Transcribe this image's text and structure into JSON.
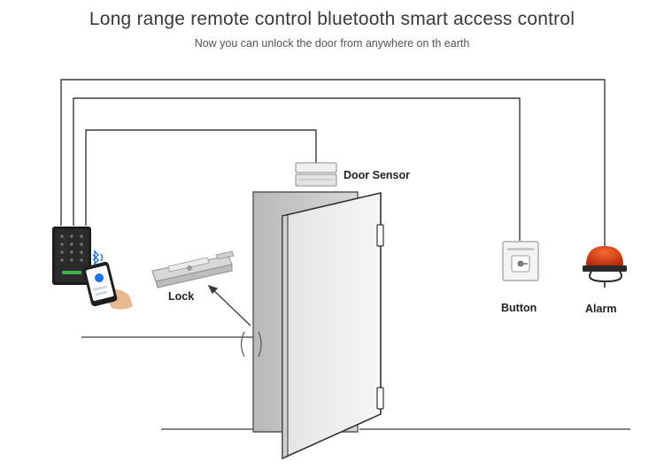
{
  "title": "Long range remote control bluetooth smart access control",
  "subtitle": "Now you can unlock the door from anywhere on th earth",
  "labels": {
    "door_sensor": "Door Sensor",
    "lock": "Lock",
    "button": "Button",
    "alarm": "Alarm"
  },
  "icons": {
    "keypad": "keypad-reader-icon",
    "phone": "smartphone-icon",
    "bluetooth": "bluetooth-icon",
    "lock": "electric-lock-icon",
    "door_sensor": "door-sensor-icon",
    "button": "exit-button-icon",
    "alarm": "alarm-siren-icon"
  },
  "colors": {
    "wire": "#3a3a3a",
    "alarm": "#d23a10",
    "bluetooth": "#1a73e8"
  }
}
